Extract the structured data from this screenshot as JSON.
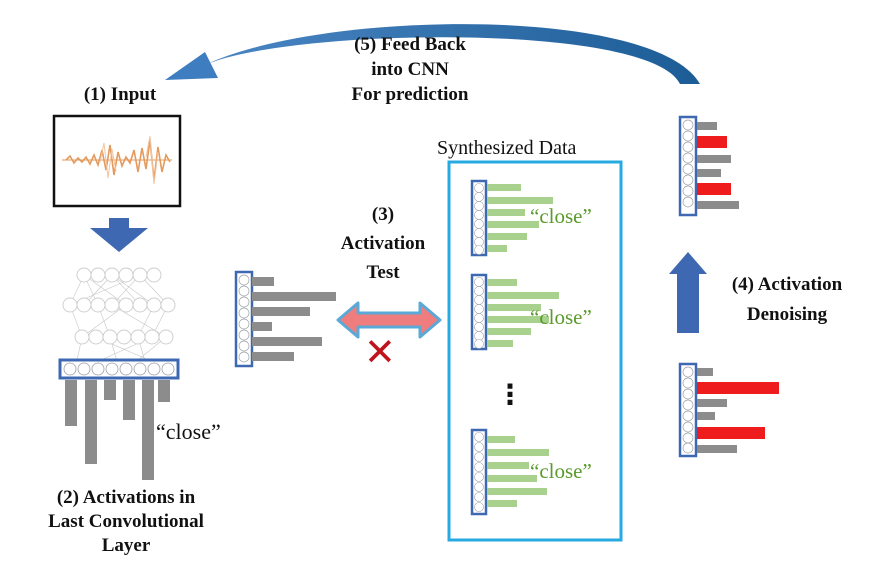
{
  "labels": {
    "input": "(1) Input",
    "activations_line1": "(2) Activations in",
    "activations_line2": "Last Convolutional",
    "activations_line3": "Layer",
    "test_line1": "(3)",
    "test_line2": "Activation",
    "test_line3": "Test",
    "denoise_line1": "(4) Activation",
    "denoise_line2": "Denoising",
    "feedback_line1": "(5) Feed Back",
    "feedback_line2": "into CNN",
    "feedback_line3": "For prediction",
    "synthesized": "Synthesized Data",
    "close": "“close”",
    "ellipsis": "⋮",
    "cross": "✕"
  },
  "colors": {
    "blue": "#3e68b1",
    "gray": "#8c8c8c",
    "green": "#a9d18e",
    "red": "#ee1c1c",
    "cyan": "#27a9e1",
    "waveform": "#e39a5c",
    "bidirectional_arrow": "#ef7d7d",
    "cross": "#c0141c"
  }
}
